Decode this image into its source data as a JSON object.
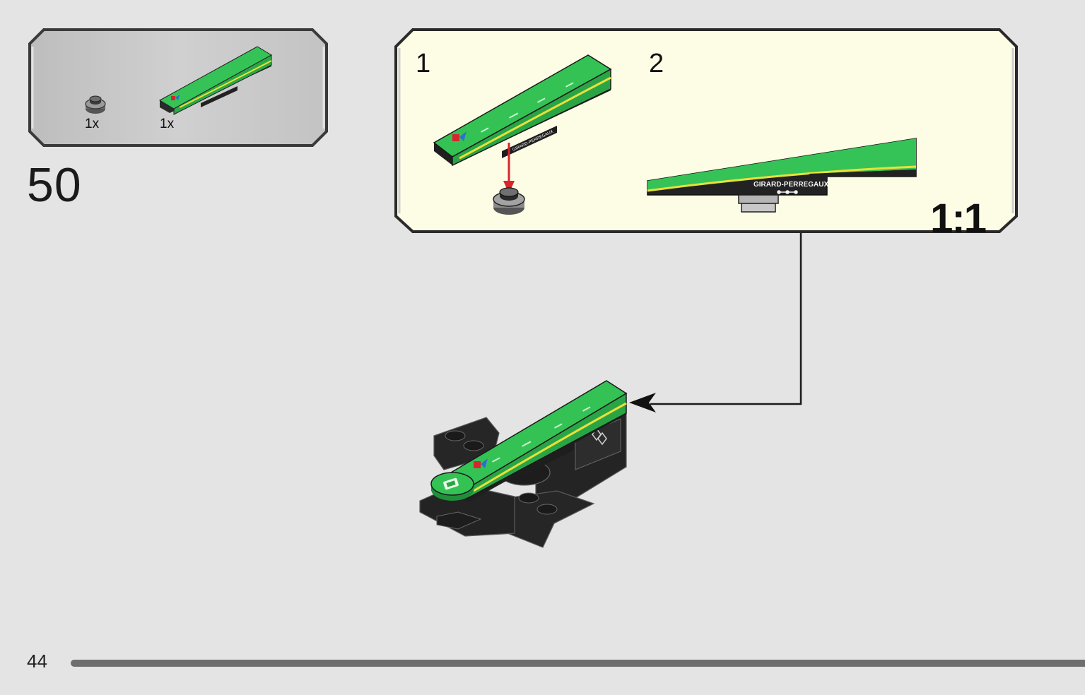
{
  "step": {
    "number": "50",
    "parts": [
      {
        "name": "round-plate-1x1-dark-grey",
        "qty": "1x"
      },
      {
        "name": "slope-tile-green-printed",
        "qty": "1x"
      }
    ]
  },
  "substeps": [
    {
      "number": "1"
    },
    {
      "number": "2"
    }
  ],
  "scale_label": "1:1",
  "print_text": {
    "sponsor": "GIRARD-PERREGAUX"
  },
  "page": {
    "number": "44"
  },
  "colors": {
    "page_bg": "#e4e4e4",
    "parts_box_bg": "#c9c9c9",
    "substep_box_bg": "#fdfce5",
    "green": "#2fb24a",
    "dark_green": "#1e7d33",
    "yellow_stripe": "#e8e13a",
    "black_brick": "#262626",
    "arrow_red": "#d7262d",
    "page_bar": "#6e6e6e"
  }
}
